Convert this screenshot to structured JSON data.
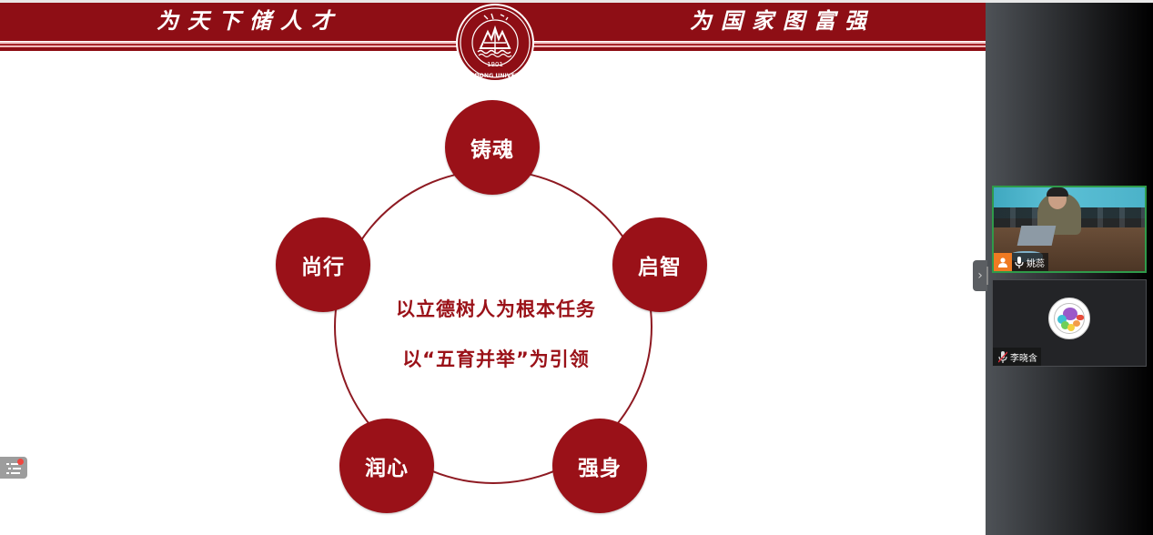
{
  "slide": {
    "banner": {
      "left_motto": "为天下储人才",
      "right_motto": "为国家图富强",
      "color": "#8e0e15"
    },
    "logo": {
      "name": "SHANDONG UNIVERSITY",
      "year": "1901"
    },
    "diagram": {
      "nodes": [
        {
          "position": "top",
          "label": "铸魂"
        },
        {
          "position": "right",
          "label": "启智"
        },
        {
          "position": "bottom-right",
          "label": "强身"
        },
        {
          "position": "bottom-left",
          "label": "润心"
        },
        {
          "position": "left",
          "label": "尚行"
        }
      ],
      "center_lines": [
        "以立德树人为根本任务",
        "以“五育并举”为引领"
      ],
      "node_color": "#9a1118"
    },
    "toc_button": {
      "icon": "list-icon",
      "has_notification_dot": true
    }
  },
  "participants_panel": {
    "collapse_icon": "chevron-right-icon",
    "participants": [
      {
        "name": "姚蕊",
        "video": "camera-on",
        "mic": "on",
        "active_speaker": true,
        "icon": "user-icon"
      },
      {
        "name": "李晓含",
        "video": "camera-off",
        "mic": "muted",
        "active_speaker": false
      }
    ]
  }
}
